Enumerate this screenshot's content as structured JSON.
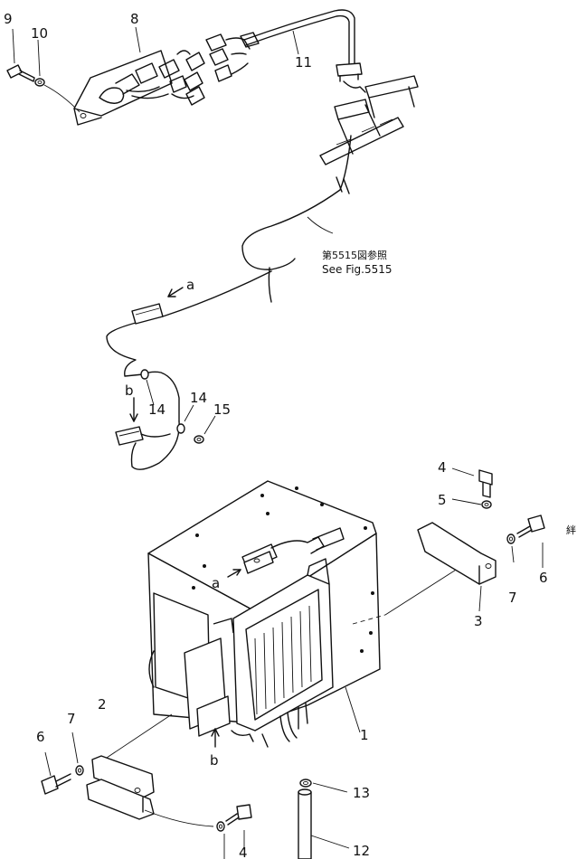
{
  "figure": {
    "reference_note_jp": "第5515図参照",
    "reference_note_en": "See Fig.5515",
    "labels": {
      "part_1": "1",
      "part_2": "2",
      "part_3": "3",
      "part_4_top": "4",
      "part_4_bottom": "4",
      "part_5": "5",
      "part_6_right": "6",
      "part_6_left": "6",
      "part_7_right": "7",
      "part_7_left": "7",
      "part_8": "8",
      "part_9": "9",
      "part_10": "10",
      "part_11": "11",
      "part_12": "12",
      "part_13": "13",
      "part_14_a": "14",
      "part_14_b": "14",
      "part_15": "15",
      "connector_a_upper": "a",
      "connector_b_upper": "b",
      "connector_a_lower": "a",
      "connector_b_lower": "b",
      "margin_mark": "絆"
    }
  }
}
